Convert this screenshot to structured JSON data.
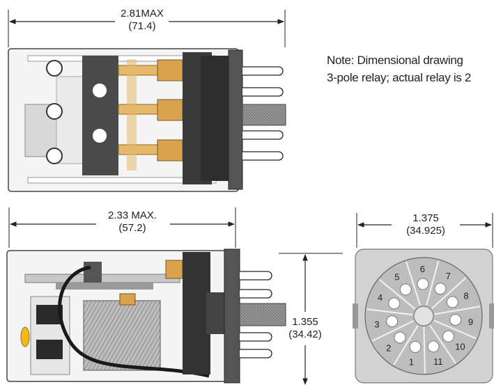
{
  "dimensions": {
    "top_width": {
      "main": "2.81MAX",
      "sub": "(71.4)"
    },
    "side_width": {
      "main": "2.33 MAX.",
      "sub": "(57.2)"
    },
    "base_width": {
      "main": "1.375",
      "sub": "(34.925)"
    },
    "height": {
      "main": "1.355",
      "sub": "(34.42)"
    }
  },
  "note": {
    "line1": "Note: Dimensional drawing",
    "line2": "3-pole relay; actual relay is 2"
  },
  "socket_pins": [
    "1",
    "2",
    "3",
    "4",
    "5",
    "6",
    "7",
    "8",
    "9",
    "10",
    "11"
  ],
  "colors": {
    "contact_gold": "#e6b86a",
    "body_dark": "#3a3a3a",
    "socket_gray": "#cfcfcf",
    "knob_yellow": "#f2b820"
  }
}
